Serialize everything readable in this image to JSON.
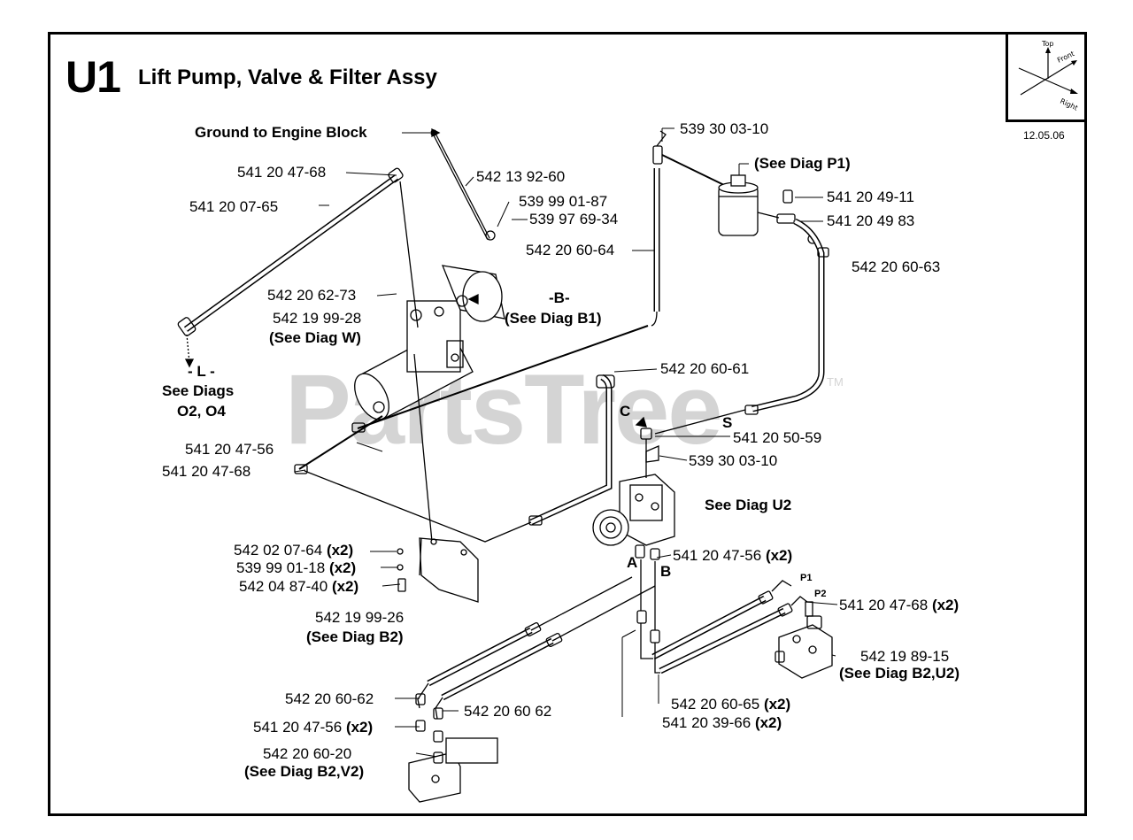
{
  "header": {
    "code": "U1",
    "title": "Lift Pump, Valve & Filter Assy",
    "date": "12.05.06"
  },
  "orientation": {
    "top": "Top",
    "front": "Front",
    "right": "Right"
  },
  "watermark": {
    "text": "PartsTree",
    "tm": "TM"
  },
  "callouts": {
    "ground": "Ground to Engine Block",
    "p_541_20_47_68_top": "541 20 47-68",
    "p_542_13_92_60": "542 13 92-60",
    "p_541_20_07_65": "541 20 07-65",
    "p_539_99_01_87": "539 99 01-87",
    "p_539_97_69_34": "539 97 69-34",
    "p_539_30_03_10_top": "539 30 03-10",
    "see_p1": "(See Diag P1)",
    "p_541_20_49_11": "541 20 49-11",
    "p_541_20_49_83": "541 20 49 83",
    "p_542_20_60_64": "542 20 60-64",
    "p_542_20_60_63": "542 20 60-63",
    "p_542_20_62_73": "542 20 62-73",
    "p_542_19_99_28": "542 19 99-28",
    "see_w": "(See Diag W)",
    "b_marker": "-B-",
    "see_b1": "(See Diag B1)",
    "l_marker": "- L -",
    "see_diags": "See Diags",
    "o2_o4": "O2, O4",
    "p_542_20_60_61": "542 20 60-61",
    "c_marker": "C",
    "s_marker": "S",
    "p_541_20_50_59": "541 20 50-59",
    "p_539_30_03_10_mid": "539 30 03-10",
    "p_541_20_47_56_left": "541 20 47-56",
    "p_541_20_47_68_left": "541 20 47-68",
    "see_u2": "See Diag U2",
    "p_542_02_07_64": "542 02 07-64",
    "p_539_99_01_18": "539 99 01-18",
    "p_542_04_87_40": "542 04 87-40",
    "p_541_20_47_56_x2": "541 20 47-56",
    "a_marker": "A",
    "b_port": "B",
    "p1_port": "P1",
    "p2_port": "P2",
    "p_541_20_47_68_x2": "541 20 47-68",
    "p_542_19_99_26": "542 19 99-26",
    "see_b2": "(See Diag B2)",
    "p_542_19_89_15": "542 19 89-15",
    "see_b2_u2": "(See Diag B2,U2)",
    "p_542_20_60_62_a": "542 20 60-62",
    "p_542_20_60_62_b": "542 20 60 62",
    "p_541_20_47_56_bottom": "541 20 47-56",
    "p_542_20_60_65": "542 20 60-65",
    "p_541_20_39_66": "541 20 39-66",
    "p_542_20_60_20": "542 20 60-20",
    "see_b2_v2": "(See Diag B2,V2)",
    "qty_x2": "(x2)"
  }
}
